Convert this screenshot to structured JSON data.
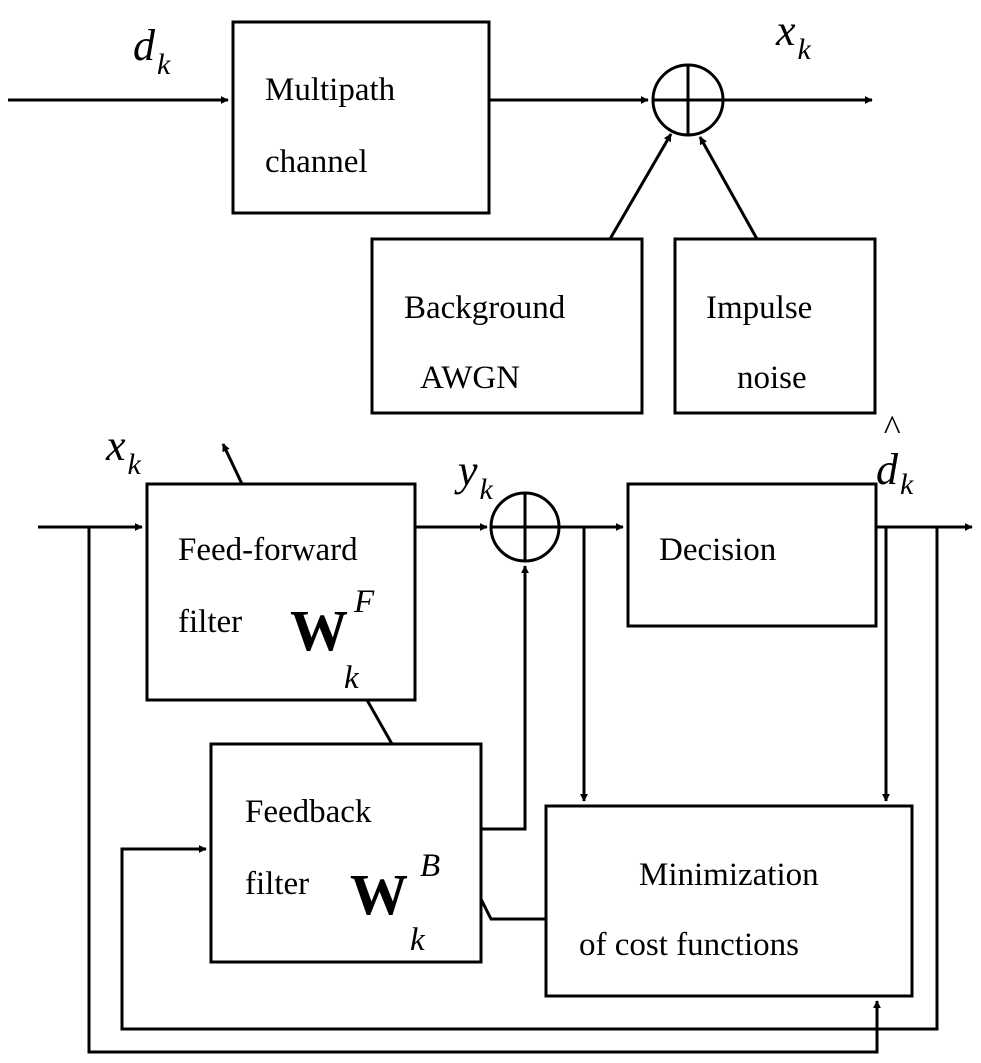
{
  "top": {
    "input_label": {
      "base": "d",
      "sub": "k"
    },
    "output_label": {
      "base": "x",
      "sub": "k"
    },
    "channel_box": {
      "line1": "Multipath",
      "line2": "channel"
    },
    "awgn_box": {
      "line1": "Background",
      "line2": "AWGN"
    },
    "impulse_box": {
      "line1": "Impulse",
      "line2": "noise"
    }
  },
  "bottom": {
    "input_label": {
      "base": "x",
      "sub": "k"
    },
    "sum_label": {
      "base": "y",
      "sub": "k"
    },
    "output_label": {
      "base": "d",
      "hat": "^",
      "sub": "k"
    },
    "ff_box": {
      "line1": "Feed-forward",
      "line2": "filter",
      "weight": "W",
      "sub": "k",
      "sup": "F"
    },
    "fb_box": {
      "line1": "Feedback",
      "line2": "filter",
      "weight": "W",
      "sub": "k",
      "sup": "B"
    },
    "decision_box": {
      "label": "Decision"
    },
    "min_box": {
      "line1": "Minimization",
      "line2": "of cost functions"
    }
  }
}
